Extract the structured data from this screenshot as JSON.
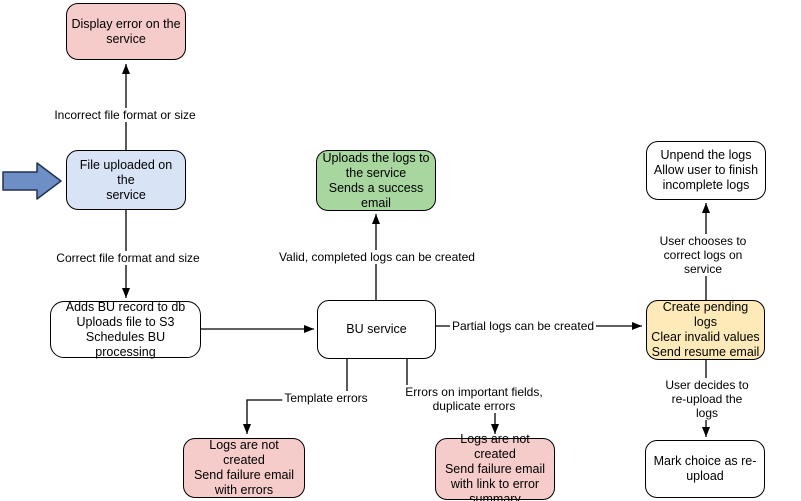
{
  "colors": {
    "pink": "#f6cccb",
    "blue": "#d8e4f6",
    "green": "#a7d69e",
    "yellow": "#fdeab8",
    "white": "#ffffff",
    "line": "#000000",
    "entry_arrow_fill": "#6d8fc5",
    "entry_arrow_stroke": "#23324e"
  },
  "icons": {
    "entry_arrow": "thick-right-arrow"
  },
  "nodes": {
    "display_error": {
      "text": "Display error on the\nservice",
      "fill": "#f6cccb"
    },
    "file_uploaded": {
      "text": "File uploaded on the\nservice",
      "fill": "#d8e4f6"
    },
    "adds_bu": {
      "text": "Adds BU record to db\nUploads file to S3\nSchedules BU processing",
      "fill": "#ffffff"
    },
    "bu_service": {
      "text": "BU service",
      "fill": "#ffffff"
    },
    "uploads_logs": {
      "text": "Uploads the logs to\nthe service\nSends a success\nemail",
      "fill": "#a7d69e"
    },
    "create_pending": {
      "text": "Create pending logs\nClear invalid values\nSend resume email",
      "fill": "#fdeab8"
    },
    "unpend_logs": {
      "text": "Unpend the logs\nAllow user to finish\nincomplete logs",
      "fill": "#ffffff"
    },
    "mark_choice": {
      "text": "Mark choice as re-\nupload",
      "fill": "#ffffff"
    },
    "logs_failure_errors": {
      "text": "Logs are not created\nSend failure email\nwith errors",
      "fill": "#f6cccb"
    },
    "logs_failure_summary": {
      "text": "Logs are not created\nSend failure email\nwith link to error\nsummary",
      "fill": "#f6cccb"
    }
  },
  "edge_labels": {
    "incorrect_file": "Incorrect file format or size",
    "correct_file": "Correct file format and size",
    "valid_logs": "Valid, completed logs can be created",
    "partial_logs": "Partial logs can be created",
    "template_errors": "Template errors",
    "errors_fields": "Errors on important fields,\nduplicate errors",
    "user_chooses": "User chooses to correct logs on service",
    "user_decides": "User decides to re-upload the logs"
  }
}
